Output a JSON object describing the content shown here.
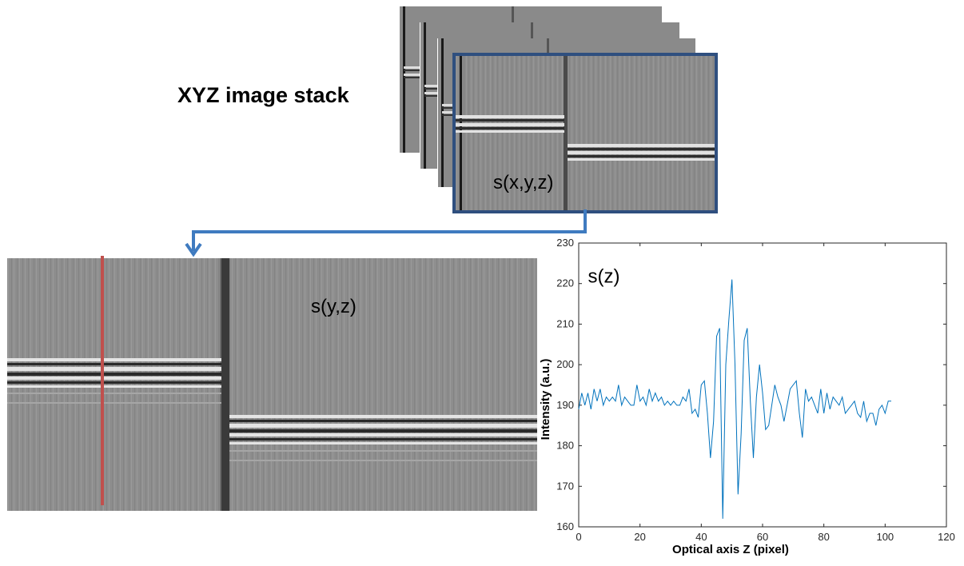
{
  "stack": {
    "title": "XYZ image stack",
    "front_label": "s(x,y,z)",
    "frame_count": 4
  },
  "slice": {
    "label": "s(y,z)"
  },
  "colors": {
    "frame_border": "#2f4f7f",
    "arrow": "#3f7bc0",
    "marker_line": "#c0504d",
    "plot_line": "#0072bd"
  },
  "chart_data": {
    "type": "line",
    "annotation": "s(z)",
    "xlabel": "Optical axis Z (pixel)",
    "ylabel": "Intensity (a.u.)",
    "xlim": [
      0,
      120
    ],
    "ylim": [
      160,
      230
    ],
    "xticks": [
      0,
      20,
      40,
      60,
      80,
      100,
      120
    ],
    "yticks": [
      160,
      170,
      180,
      190,
      200,
      210,
      220,
      230
    ],
    "grid": false,
    "series": [
      {
        "x": [
          0,
          1,
          2,
          3,
          4,
          5,
          6,
          7,
          8,
          9,
          10,
          11,
          12,
          13,
          14,
          15,
          16,
          17,
          18,
          19,
          20,
          21,
          22,
          23,
          24,
          25,
          26,
          27,
          28,
          29,
          30,
          31,
          32,
          33,
          34,
          35,
          36,
          37,
          38,
          39,
          40,
          41,
          42,
          43,
          44,
          45,
          46,
          47,
          48,
          49,
          50,
          51,
          52,
          53,
          54,
          55,
          56,
          57,
          58,
          59,
          60,
          61,
          62,
          63,
          64,
          65,
          66,
          67,
          68,
          69,
          70,
          71,
          72,
          73,
          74,
          75,
          76,
          77,
          78,
          79,
          80,
          81,
          82,
          83,
          84,
          85,
          86,
          87,
          88,
          89,
          90,
          91,
          92,
          93,
          94,
          95,
          96,
          97,
          98,
          99,
          100,
          101,
          102
        ],
        "values": [
          189,
          193,
          190,
          193,
          189,
          194,
          191,
          194,
          190,
          192,
          191,
          192,
          191,
          195,
          190,
          192,
          191,
          190,
          190,
          195,
          191,
          192,
          190,
          194,
          191,
          193,
          191,
          192,
          190,
          191,
          190,
          191,
          190,
          190,
          192,
          191,
          194,
          188,
          189,
          187,
          195,
          196,
          188,
          177,
          186,
          207,
          209,
          162,
          200,
          211,
          221,
          200,
          168,
          183,
          206,
          209,
          191,
          177,
          192,
          200,
          193,
          184,
          185,
          190,
          195,
          192,
          190,
          186,
          190,
          194,
          195,
          196,
          188,
          182,
          194,
          191,
          192,
          190,
          188,
          194,
          188,
          193,
          189,
          192,
          191,
          190,
          192,
          188,
          189,
          190,
          191,
          188,
          187,
          191,
          186,
          188,
          188,
          185,
          189,
          190,
          188,
          191,
          191
        ]
      }
    ]
  }
}
